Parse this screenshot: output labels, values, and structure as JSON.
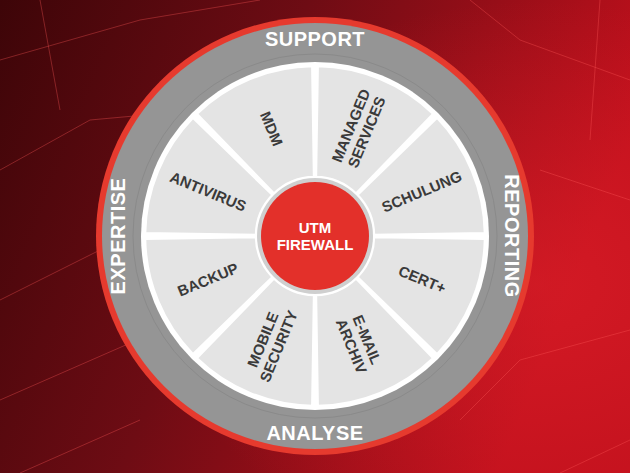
{
  "diagram": {
    "nodes": [
      {
        "text": [
          "SUPPORT",
          "REPORTING",
          "ANALYSE",
          "EXPERTISE"
        ]
      },
      {
        "text": [
          "MDM"
        ],
        "in": 0
      },
      {
        "text": [
          "MANAGED SERVICES"
        ],
        "in": 0
      },
      {
        "text": [
          "SCHULUNG"
        ],
        "in": 0
      },
      {
        "text": [
          "CERT+"
        ],
        "in": 0
      },
      {
        "text": [
          "E-MAIL ARCHIV"
        ],
        "in": 0
      },
      {
        "text": [
          "MOBILE SECURITY"
        ],
        "in": 0
      },
      {
        "text": [
          "BACKUP"
        ],
        "in": 0
      },
      {
        "text": [
          "ANTIVIRUS"
        ],
        "in": 0
      },
      {
        "text": [
          "UTM FIREWALL"
        ],
        "in": 0
      }
    ]
  }
}
